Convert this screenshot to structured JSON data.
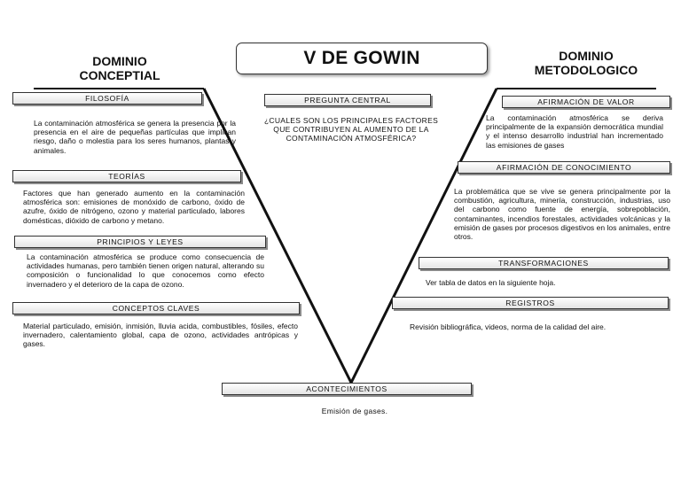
{
  "title": "V DE GOWIN",
  "left_domain": "DOMINIO\nCONCEPTIAL",
  "right_domain": "DOMINIO\nMETODOLOGICO",
  "left": {
    "filosofia": {
      "label": "FILOSOFÍA",
      "text": "La contaminación atmosférica se genera la presencia por la presencia en el aire de pequeñas partículas que implican riesgo, daño o molestia para los seres humanos, plantas y animales."
    },
    "teorias": {
      "label": "TEORÍAS",
      "text": "Factores que han generado aumento en la contaminación atmosférica son: emisiones de monóxido de carbono, óxido de azufre, óxido de nitrógeno, ozono y material particulado, labores domésticas, dióxido de carbono y metano."
    },
    "principios": {
      "label": "PRINCIPIOS Y LEYES",
      "text": "La contaminación atmosférica se produce como consecuencia de actividades humanas, pero también tienen origen natural, alterando su composición o funcionalidad lo que conocemos como efecto invernadero y el deterioro de la capa de ozono."
    },
    "conceptos": {
      "label": "CONCEPTOS CLAVES",
      "text": "Material particulado, emisión, inmisión, lluvia acida, combustibles, fósiles, efecto invernadero, calentamiento global, capa de ozono, actividades antrópicas y gases."
    }
  },
  "center": {
    "pregunta_label": "PREGUNTA CENTRAL",
    "pregunta_text": "¿CUALES SON LOS PRINCIPALES FACTORES QUE CONTRIBUYEN AL AUMENTO DE LA CONTAMINACIÓN ATMOSFÉRICA?",
    "acontecimientos_label": "ACONTECIMIENTOS",
    "acontecimientos_text": "Emisión de gases."
  },
  "right": {
    "afirmacion_valor": {
      "label": "AFIRMACIÓN DE VALOR",
      "text": "La contaminación atmosférica se deriva principalmente de la expansión democrática mundial y el intenso desarrollo industrial han incrementado las emisiones de gases"
    },
    "afirmacion_conocimiento": {
      "label": "AFIRMACIÓN DE CONOCIMIENTO",
      "text": "La problemática que se vive se genera principalmente por la combustión, agricultura, minería, construcción, industrias, uso del carbono como fuente de energía, sobrepoblación, contaminantes, incendios forestales, actividades volcánicas y la emisión de gases por procesos digestivos en los animales, entre otros."
    },
    "transformaciones": {
      "label": "TRANSFORMACIONES",
      "text": "Ver tabla de datos en la siguiente hoja."
    },
    "registros": {
      "label": "REGISTROS",
      "text": "Revisión bibliográfica, videos, norma de la calidad del aire."
    }
  }
}
